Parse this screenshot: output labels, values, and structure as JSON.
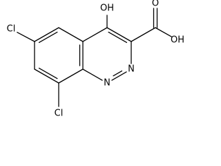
{
  "structure": {
    "atoms": [
      {
        "id": "c1",
        "label": ""
      },
      {
        "id": "c2",
        "label": ""
      },
      {
        "id": "c3",
        "label": ""
      },
      {
        "id": "c4",
        "label": ""
      },
      {
        "id": "c5",
        "label": ""
      },
      {
        "id": "c6",
        "label": ""
      },
      {
        "id": "c7",
        "label": ""
      },
      {
        "id": "c8",
        "label": ""
      },
      {
        "id": "n1",
        "label": "N"
      },
      {
        "id": "n2",
        "label": "N"
      },
      {
        "id": "c9",
        "label": ""
      },
      {
        "id": "o1",
        "label": "O"
      },
      {
        "id": "o2",
        "label": "OH"
      },
      {
        "id": "oh",
        "label": "OH"
      },
      {
        "id": "cl6",
        "label": "Cl"
      },
      {
        "id": "cl8",
        "label": "Cl"
      }
    ],
    "bonds": [
      {
        "a": "c1",
        "b": "c2",
        "order": 1
      },
      {
        "a": "c2",
        "b": "c3",
        "order": 2
      },
      {
        "a": "c3",
        "b": "c4",
        "order": 1
      },
      {
        "a": "c4",
        "b": "c5",
        "order": 2
      },
      {
        "a": "c5",
        "b": "c6",
        "order": 1
      },
      {
        "a": "c6",
        "b": "c1",
        "order": 2
      },
      {
        "a": "c1",
        "b": "c7",
        "order": 1
      },
      {
        "a": "c7",
        "b": "c8",
        "order": 2
      },
      {
        "a": "c8",
        "b": "n1",
        "order": 1
      },
      {
        "a": "n1",
        "b": "n2",
        "order": 2
      },
      {
        "a": "n2",
        "b": "c6",
        "order": 1
      },
      {
        "a": "c7",
        "b": "oh",
        "order": 1
      },
      {
        "a": "c8",
        "b": "c9",
        "order": 1
      },
      {
        "a": "c9",
        "b": "o1",
        "order": 2
      },
      {
        "a": "c9",
        "b": "o2",
        "order": 1
      },
      {
        "a": "c3",
        "b": "cl6",
        "order": 1
      },
      {
        "a": "c5",
        "b": "cl8",
        "order": 1
      }
    ]
  }
}
